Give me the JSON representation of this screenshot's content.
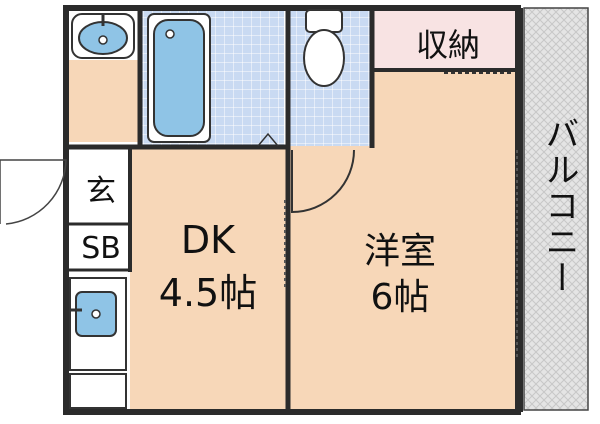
{
  "rooms": {
    "dk": {
      "name": "DK",
      "size": "4.5帖"
    },
    "yoshitsu": {
      "name": "洋室",
      "size": "6帖"
    },
    "storage": {
      "name": "収納"
    },
    "genkan": {
      "name": "玄"
    },
    "shoebox": {
      "name": "SB"
    },
    "balcony": {
      "name": "バルコニー"
    }
  },
  "colors": {
    "floor": "#F7D7B8",
    "wall": "#2B2B2B",
    "tile": "#C9DAF2",
    "storage": "#F8E3E3",
    "balcony": "#E2E2E2",
    "fixture": "#8FC4E6"
  }
}
